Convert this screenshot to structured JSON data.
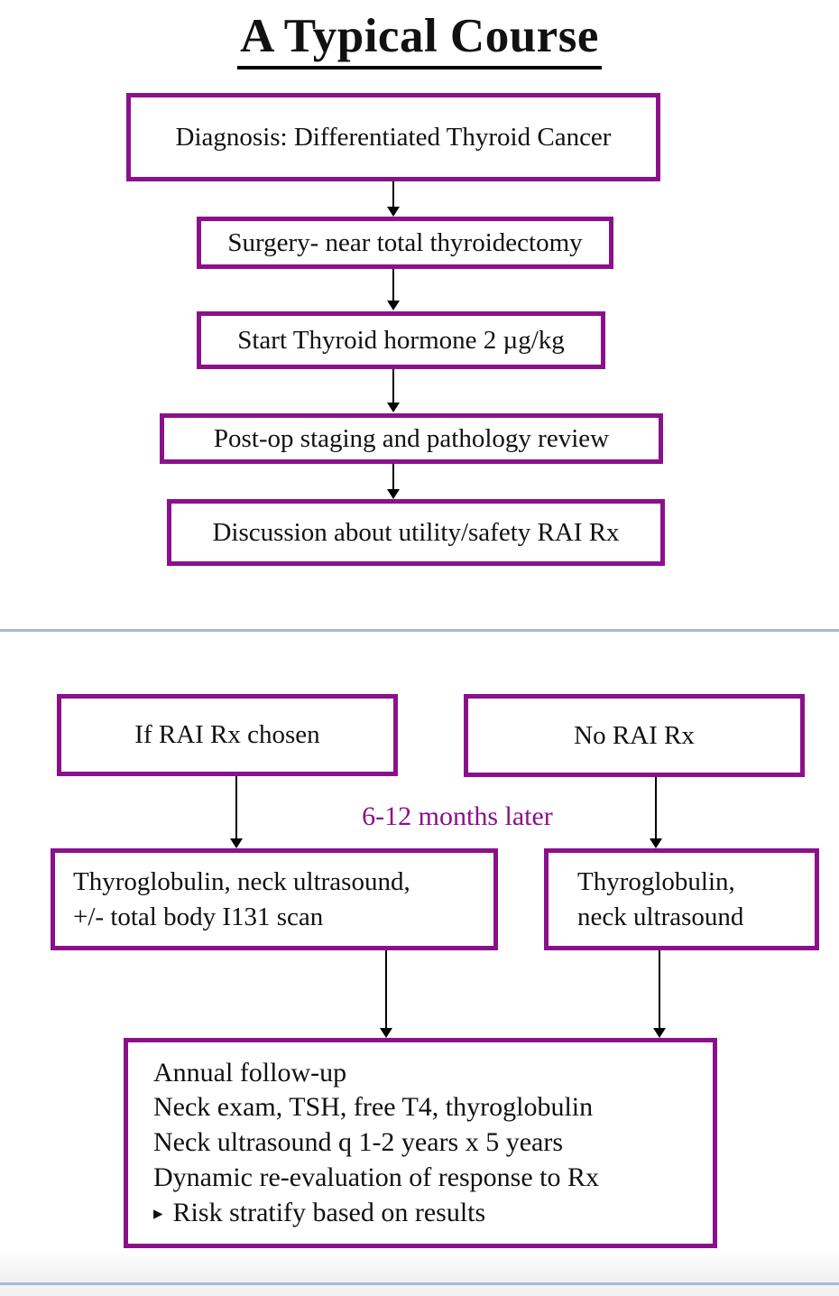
{
  "title": "A Typical Course",
  "colors": {
    "box_border": "#8B118B",
    "accent_text": "#8B108B",
    "divider": "#A6B9D8",
    "arrow": "#000000",
    "text": "#111111",
    "background": "#FFFFFF"
  },
  "flow": {
    "steps": [
      "Diagnosis: Differentiated Thyroid Cancer",
      "Surgery- near total thyroidectomy",
      "Start Thyroid hormone 2 µg/kg",
      "Post-op staging and pathology review",
      "Discussion about utility/safety RAI Rx"
    ]
  },
  "branches": {
    "interval_label": "6-12 months later",
    "left": {
      "decision": "If RAI Rx chosen",
      "followup": [
        "Thyroglobulin, neck ultrasound,",
        "+/- total body I131 scan"
      ]
    },
    "right": {
      "decision": "No RAI Rx",
      "followup": [
        "Thyroglobulin,",
        "neck ultrasound"
      ]
    }
  },
  "final_box": {
    "lines": [
      "Annual follow-up",
      "Neck exam, TSH, free T4, thyroglobulin",
      "Neck ultrasound q 1-2 years x 5 years",
      "Dynamic re-evaluation of response to Rx"
    ],
    "bullet_glyph": "▸",
    "bullet_line": "Risk stratify based on results"
  }
}
